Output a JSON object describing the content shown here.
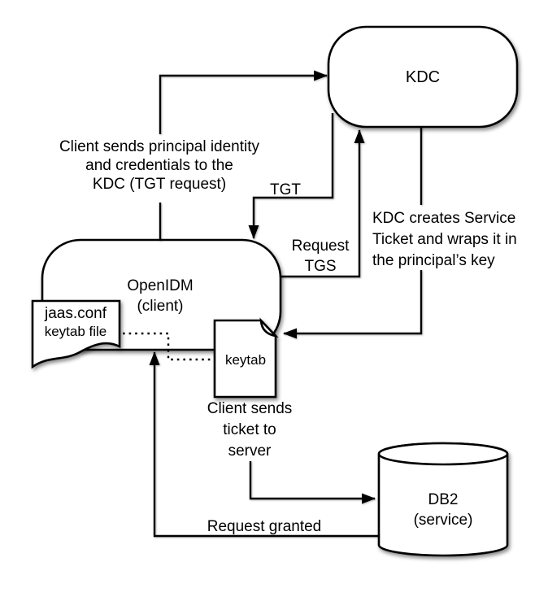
{
  "nodes": {
    "kdc": {
      "label": "KDC"
    },
    "openidm": {
      "lines": [
        "OpenIDM",
        "(client)"
      ]
    },
    "db2": {
      "lines": [
        "DB2",
        "(service)"
      ]
    },
    "jaas_conf": {
      "lines": [
        "jaas.conf",
        "keytab file"
      ]
    },
    "keytab": {
      "label": "keytab"
    }
  },
  "labels": {
    "tgt_request": {
      "lines": [
        "Client sends principal identity",
        "and credentials to the",
        "KDC (TGT request)"
      ]
    },
    "tgt": {
      "text": "TGT"
    },
    "request_tgs": {
      "lines": [
        "Request",
        "TGS"
      ]
    },
    "service_ticket": {
      "lines": [
        "KDC creates Service",
        "Ticket and wraps it in",
        "the principal’s key"
      ]
    },
    "client_sends_ticket": {
      "lines": [
        "Client sends",
        "ticket to",
        "server"
      ]
    },
    "request_granted": {
      "text": "Request granted"
    }
  },
  "colors": {
    "stroke": "#000000",
    "node_fill": "#ffffff",
    "text": "#000000",
    "background": "#ffffff"
  }
}
